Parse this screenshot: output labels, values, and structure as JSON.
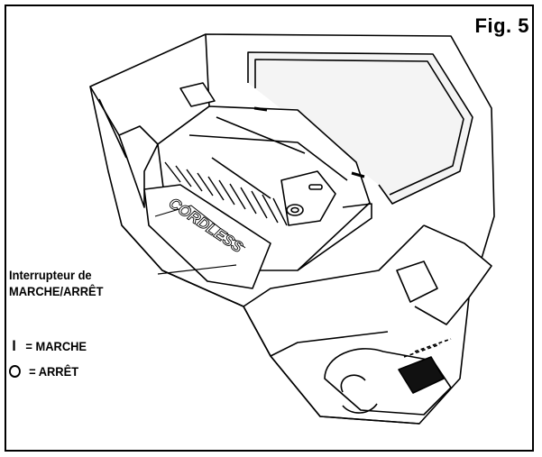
{
  "figure": {
    "label": "Fig. 5"
  },
  "callout": {
    "line1": "Interrupteur de",
    "line2": "MARCHE/ARRÊT"
  },
  "legend": {
    "on": {
      "symbol": "I",
      "text": "= MARCHE"
    },
    "off": {
      "text": "= ARRÊT"
    }
  },
  "colors": {
    "ink": "#000000",
    "paper": "#ffffff",
    "shade": "#e8e8e8"
  }
}
